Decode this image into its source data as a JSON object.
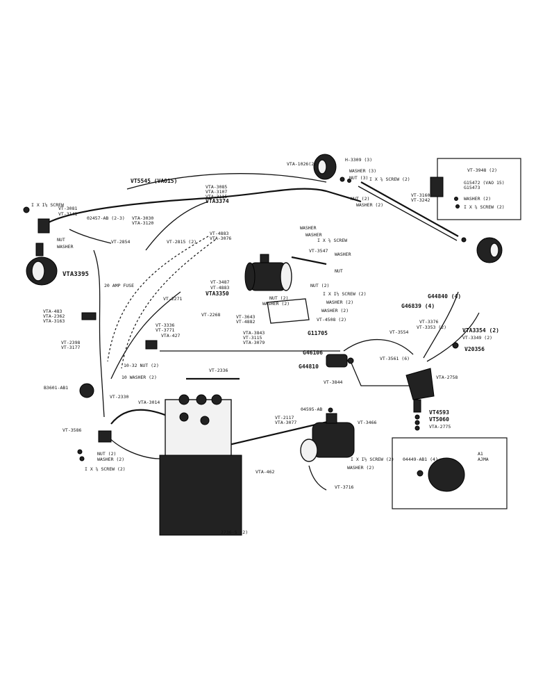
{
  "labels": {
    "vt5545": "VT5545 (VAO15)",
    "ia3146": "I X I⅛ SCREW",
    "vt3081": "VT-3081",
    "vt3141": "VT-3141",
    "b2457": "02457-AB (2-3)",
    "vta3030": "VTA-3030",
    "vta3120": "VTA-3120",
    "nut_left": "NUT",
    "washer_left": "WASHER",
    "vt2854": "VT-2854",
    "vta3395": "VTA3395",
    "vt2815": "VT-2815 (2)",
    "vt4883": "VT-4883",
    "vta3076": "VTA-3076",
    "vta3085": "VTA-3085",
    "vta3107": "VTA-3107",
    "vta3115": "VTA-3115",
    "vta3374": "VTA3374",
    "vta1026": "VTA-1026(2)",
    "h3309": "H-3309 (3)",
    "washer_r1": "WASHER (3)",
    "nut_r1": "NUT (3)",
    "screw_r1": "I X ⅝ SCREW (2)",
    "nut_r2": "NUT (2)",
    "washer_r2": "WASHER (2)",
    "vt3160": "VT-3160",
    "vt3242": "VT-3242",
    "vt3948": "VT-3948 (2)",
    "g15472": "G15472 (VAO 15)",
    "g15473": "G15473",
    "washer_box": "WASHER (2)",
    "screw_box": "I X ⅝ SCREW (2)",
    "washer_a": "WASHER",
    "washer_b": "WASHER",
    "screw_a": "I X ⅝ SCREW",
    "vt3547": "VT-3547",
    "washer_c": "WASHER",
    "nut_c": "NUT",
    "vt3487": "VT-3487",
    "vt4883b": "VT-4883",
    "vta3350": "VTA3350",
    "fuse": "20 AMP FUSE",
    "vt2271": "VT-2271",
    "nut2": "NUT (2)",
    "screw2": "I X I½ SCREW (2)",
    "nut2b": "NUT (2)",
    "washer2": "WASHER (2)",
    "washer2b": "WASHER (2)",
    "washer2c": "WASHER (2)",
    "vt3643": "VT-3643",
    "vt4882": "VT-4882",
    "vt4508": "VT-4508 (2)",
    "g44840": "G44840 (4)",
    "g46839": "G46839 (4)",
    "vt3376": "VT-3376",
    "vt3353": "VT-3353 (2)",
    "vta3354": "VTA3354 (2)",
    "vt3349": "VT-3349 (2)",
    "v20356": "V20356",
    "vta483": "VTA-483",
    "vta2362": "VTA-2362",
    "vta3163": "VTA-3163",
    "vt2268": "VT-2268",
    "vt3336": "VT-3336",
    "vt3771": "VT-3771",
    "vta427": "VTA-427",
    "vta3843": "VTA-3843",
    "vt3115": "VT-3115",
    "vta3079": "VTA-3079",
    "g11705": "G11705",
    "vt3554": "VT-3554",
    "vt2398": "VT-2398",
    "vt3177": "VT-3177",
    "nut632": "10-32 NUT (2)",
    "washer10": "10 WASHER (2)",
    "g46106": "G46106",
    "g44810": "G44810",
    "vt3561": "VT-3561 (6)",
    "vta2758": "VTA-2758",
    "vt3844": "VT-3844",
    "vt2336": "VT-2336",
    "b3601": "B3601-AB1",
    "vt2330": "VT-2330",
    "vta3014": "VTA-3014",
    "d4595": "04595-AB",
    "vt3466": "VT-3466",
    "vt2117": "VT-2117",
    "vta3077": "VTA-3077",
    "vt4593": "VT4593",
    "vt5060": "VT5060",
    "vta2775": "VTA-2775",
    "vt3586": "VT-3586",
    "nut2c": "NUT (2)",
    "washer2d": "WASHER (2)",
    "screw2b": "I X ⅝ SCREW (2)",
    "screw_st": "I X I½ SCREW (2)",
    "washer_st": "WASHER (2)",
    "vt3716": "VT-3716",
    "vta462": "VTA-462",
    "d4449": "04449-AB1 (4)",
    "a1": "A1",
    "ajma": "AJMA",
    "b2736": "2736-S (2)"
  },
  "colors": {
    "ink": "#111111",
    "paper": "#ffffff"
  }
}
